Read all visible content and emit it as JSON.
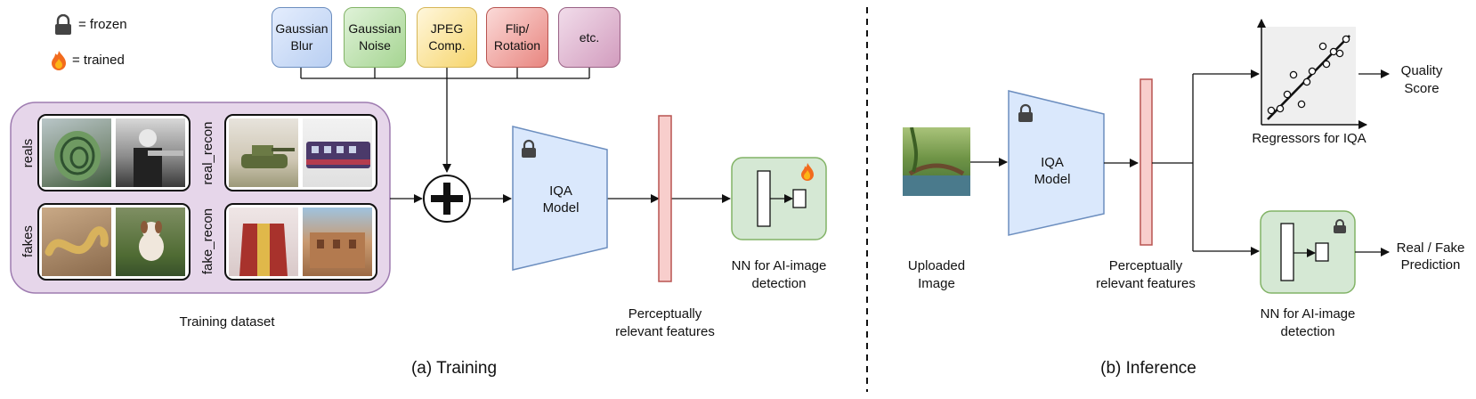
{
  "legend": {
    "frozen": "= frozen",
    "trained": "= trained"
  },
  "augmentations": [
    {
      "label_line1": "Gaussian",
      "label_line2": "Blur"
    },
    {
      "label_line1": "Gaussian",
      "label_line2": "Noise"
    },
    {
      "label_line1": "JPEG",
      "label_line2": "Comp."
    },
    {
      "label_line1": "Flip/",
      "label_line2": "Rotation"
    },
    {
      "label_line1": "etc.",
      "label_line2": ""
    }
  ],
  "dataset": {
    "reals": "reals",
    "fakes": "fakes",
    "real_recon": "real_recon",
    "fake_recon": "fake_recon",
    "caption": "Training dataset"
  },
  "training": {
    "iqa_line1": "IQA",
    "iqa_line2": "Model",
    "features_line1": "Perceptually",
    "features_line2": "relevant features",
    "nn_line1": "NN for AI-image",
    "nn_line2": "detection",
    "caption": "(a) Training"
  },
  "inference": {
    "uploaded_line1": "Uploaded",
    "uploaded_line2": "Image",
    "iqa_line1": "IQA",
    "iqa_line2": "Model",
    "features_line1": "Perceptually",
    "features_line2": "relevant features",
    "regressors": "Regressors for IQA",
    "quality_line1": "Quality",
    "quality_line2": "Score",
    "nn_line1": "NN for AI-image",
    "nn_line2": "detection",
    "pred_line1": "Real / Fake",
    "pred_line2": "Prediction",
    "caption": "(b) Inference"
  },
  "colors": {
    "blue_fill": "#dae8fc",
    "blue_stroke": "#6c8ebf",
    "green_fill": "#d5e8d4",
    "green_stroke": "#82b366",
    "yellow_fill": "#fff2cc",
    "yellow_stroke": "#d6b656",
    "red_fill": "#f8cecc",
    "red_stroke": "#b85450",
    "purple_fill": "#e1d5e7",
    "purple_stroke": "#9673a6",
    "pink_fill": "#e6d0de",
    "pink_stroke": "#996185"
  }
}
